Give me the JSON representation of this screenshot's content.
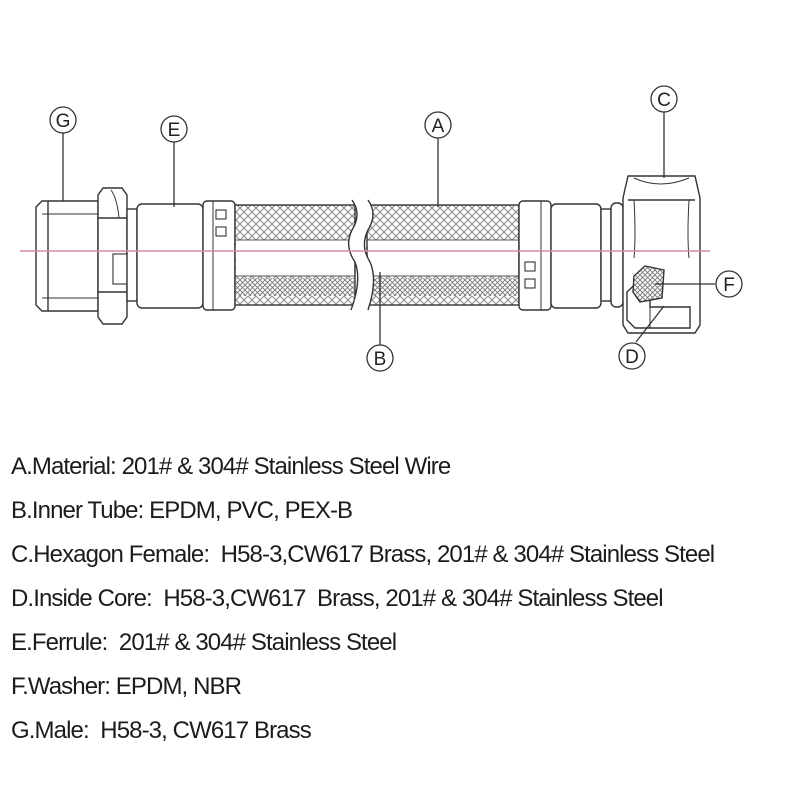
{
  "callouts": {
    "a": "A",
    "b": "B",
    "c": "C",
    "d": "D",
    "e": "E",
    "f": "F",
    "g": "G"
  },
  "legend": [
    "A.Material: 201# & 304# Stainless Steel Wire",
    "B.Inner Tube: EPDM, PVC, PEX-B",
    "C.Hexagon Female:  H58-3,CW617 Brass, 201# & 304# Stainless Steel",
    "D.Inside Core:  H58-3,CW617  Brass, 201# & 304# Stainless Steel",
    "E.Ferrule:  201# & 304# Stainless Steel",
    "F.Washer: EPDM, NBR",
    "G.Male:  H58-3, CW617 Brass"
  ],
  "colors": {
    "line": "#333333",
    "centerline": "#d98aa4",
    "braid": "#8c8c8c",
    "text": "#1c1c1c"
  }
}
